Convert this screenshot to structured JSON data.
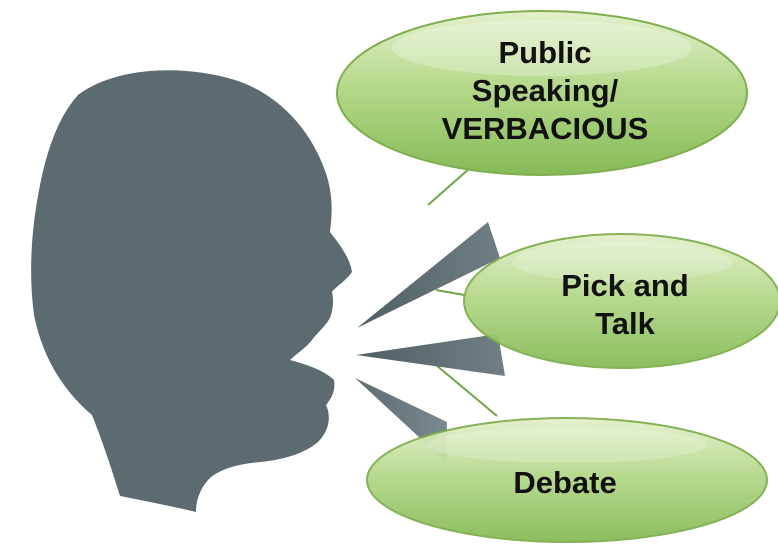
{
  "bubbles": {
    "public_speaking": {
      "line1": "Public",
      "line2": "Speaking/",
      "line3": "VERBACIOUS"
    },
    "pick_and_talk": {
      "line1": "Pick and",
      "line2": "Talk"
    },
    "debate": {
      "line1": "Debate"
    }
  },
  "colors": {
    "head_silhouette": "#5b6b70",
    "bubble_fill_light": "#d8eab8",
    "bubble_fill_dark": "#8fc160",
    "bubble_stroke": "#7fae4e",
    "connector": "#6fa64a",
    "text": "#111111"
  },
  "icons": {
    "head": "speaking-head-silhouette-icon"
  }
}
